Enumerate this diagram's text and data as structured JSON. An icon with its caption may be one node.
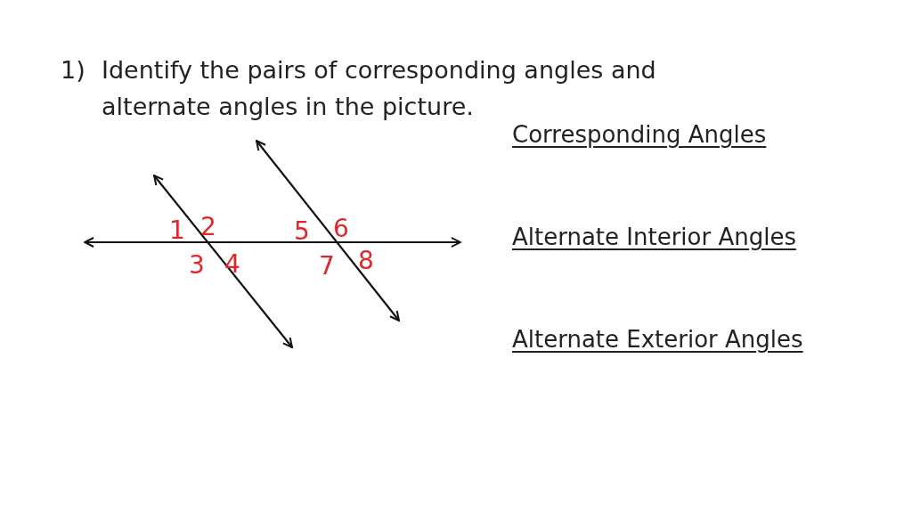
{
  "diagram": {
    "labels": [
      "1)",
      "Identify the pairs of corresponding angles and alternate angles in the picture.",
      "1",
      "2",
      "5",
      "6",
      "3",
      "4",
      "7",
      "8",
      "Corresponding Angles",
      "Alternate Interior Angles",
      "Alternate Exterior Angles"
    ]
  }
}
